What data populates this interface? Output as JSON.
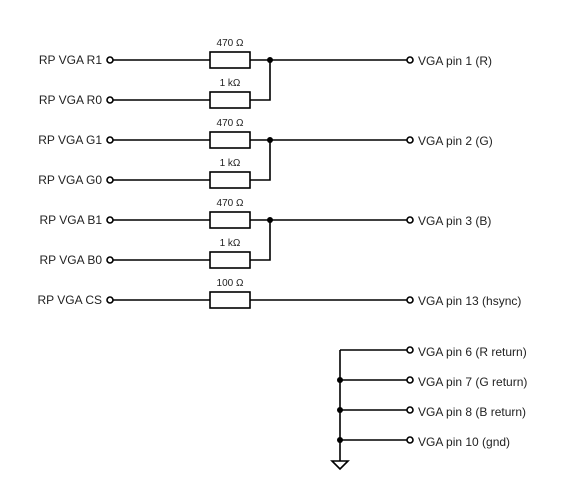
{
  "diagram": {
    "inputs": [
      {
        "label": "RP VGA R1",
        "resistor": "470 Ω"
      },
      {
        "label": "RP VGA R0",
        "resistor": "1 kΩ"
      },
      {
        "label": "RP VGA G1",
        "resistor": "470 Ω"
      },
      {
        "label": "RP VGA G0",
        "resistor": "1 kΩ"
      },
      {
        "label": "RP VGA B1",
        "resistor": "470 Ω"
      },
      {
        "label": "RP VGA B0",
        "resistor": "1 kΩ"
      },
      {
        "label": "RP VGA CS",
        "resistor": "100 Ω"
      }
    ],
    "outputs": [
      "VGA pin 1 (R)",
      "VGA pin 2 (G)",
      "VGA pin 3 (B)",
      "VGA pin 13 (hsync)"
    ],
    "ground_pins": [
      "VGA pin 6 (R return)",
      "VGA pin 7 (G return)",
      "VGA pin 8 (B return)",
      "VGA pin 10 (gnd)"
    ],
    "ground_symbol": "ground-icon"
  }
}
